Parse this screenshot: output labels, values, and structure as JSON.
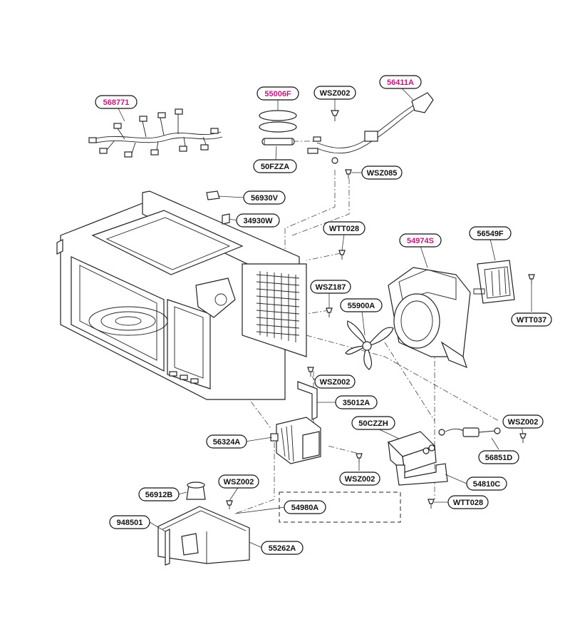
{
  "colors": {
    "highlight": "#c0187a",
    "normal": "#111111"
  },
  "parts": [
    {
      "id": "568771",
      "highlight": true
    },
    {
      "id": "55006F",
      "highlight": true
    },
    {
      "id": "WSZ002",
      "highlight": false
    },
    {
      "id": "56411A",
      "highlight": true
    },
    {
      "id": "50FZZA",
      "highlight": false
    },
    {
      "id": "WSZ085",
      "highlight": false
    },
    {
      "id": "56930V",
      "highlight": false
    },
    {
      "id": "34930W",
      "highlight": false
    },
    {
      "id": "WTT028",
      "highlight": false
    },
    {
      "id": "54974S",
      "highlight": true
    },
    {
      "id": "56549F",
      "highlight": false
    },
    {
      "id": "WSZ187",
      "highlight": false
    },
    {
      "id": "55900A",
      "highlight": false
    },
    {
      "id": "WTT037",
      "highlight": false
    },
    {
      "id": "WSZ002",
      "highlight": false
    },
    {
      "id": "35012A",
      "highlight": false
    },
    {
      "id": "50CZZH",
      "highlight": false
    },
    {
      "id": "WSZ002",
      "highlight": false
    },
    {
      "id": "56324A",
      "highlight": false
    },
    {
      "id": "56851D",
      "highlight": false
    },
    {
      "id": "WSZ002",
      "highlight": false
    },
    {
      "id": "54810C",
      "highlight": false
    },
    {
      "id": "56912B",
      "highlight": false
    },
    {
      "id": "WSZ002",
      "highlight": false
    },
    {
      "id": "WTT028",
      "highlight": false
    },
    {
      "id": "54980A",
      "highlight": false
    },
    {
      "id": "948501",
      "highlight": false
    },
    {
      "id": "55262A",
      "highlight": false
    }
  ]
}
